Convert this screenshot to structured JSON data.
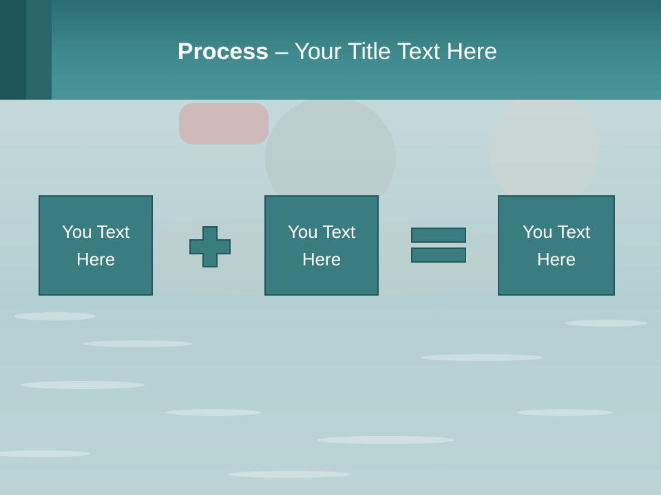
{
  "title": {
    "bold": "Process",
    "rest": "– Your Title Text Here"
  },
  "boxes": [
    {
      "text": "You Text Here"
    },
    {
      "text": "You Text Here"
    },
    {
      "text": "You Text Here"
    }
  ],
  "operators": [
    "plus",
    "equals"
  ],
  "colors": {
    "header": "#3f8a8e",
    "header_dark": "#1f5558",
    "box_fill": "#3a7d80",
    "box_border": "#24595c",
    "text": "#ffffff",
    "photo_tint": "#bfd6d8"
  }
}
